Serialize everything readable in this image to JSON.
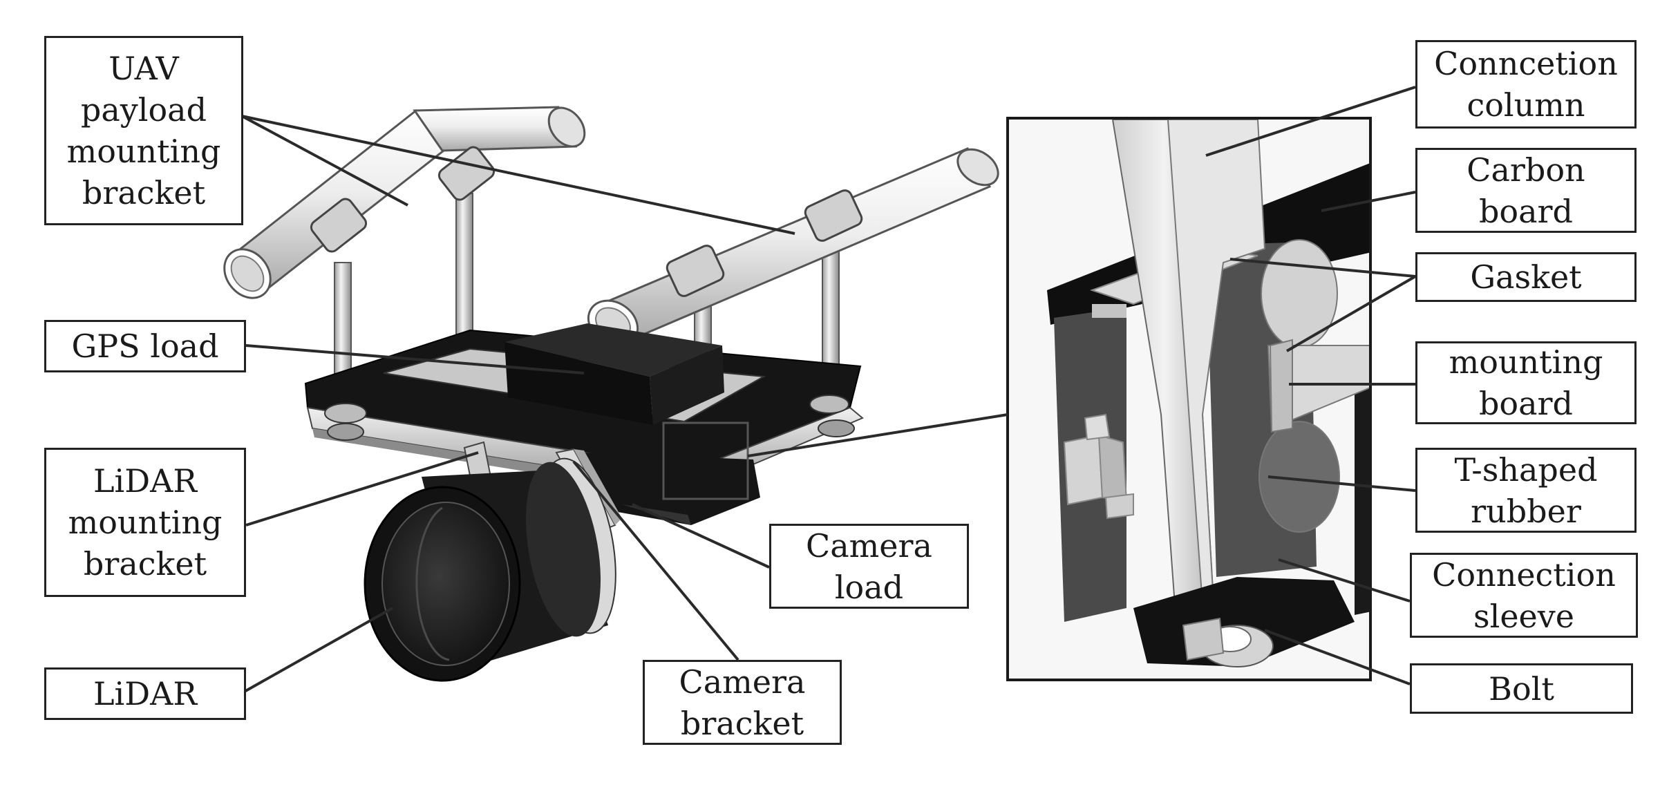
{
  "labels": {
    "uav_payload_mounting_bracket": "UAV\npayload\nmounting\nbracket",
    "gps_load": "GPS load",
    "lidar_mounting_bracket": "LiDAR\nmounting\nbracket",
    "lidar": "LiDAR",
    "camera_load": "Camera\nload",
    "camera_bracket": "Camera\nbracket",
    "connection_column": "Conncetion\ncolumn",
    "carbon_board": "Carbon\nboard",
    "gasket": "Gasket",
    "mounting_board": "mounting\nboard",
    "t_shaped_rubber": "T-shaped\nrubber",
    "connection_sleeve": "Connection\nsleeve",
    "bolt": "Bolt"
  },
  "colors": {
    "line": "#2a2a2a",
    "dark": "#111111",
    "metal_light": "#e6e6e6",
    "metal_mid": "#bdbdbd",
    "gray_dark": "#4b4b4b"
  }
}
